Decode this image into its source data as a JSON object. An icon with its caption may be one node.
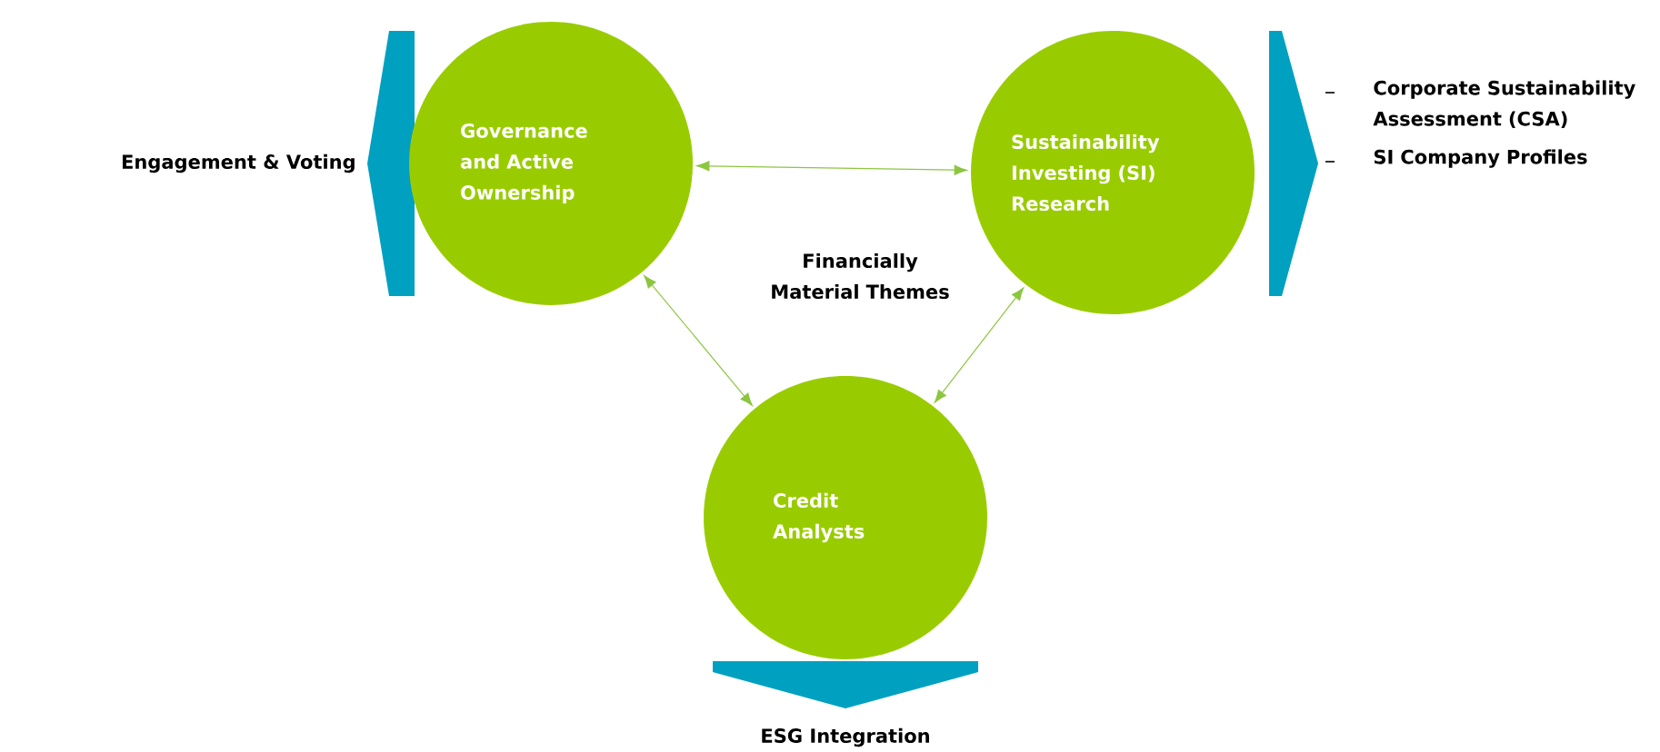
{
  "diagram": {
    "nodes": [
      {
        "text": [
          "Governance and Active Ownership"
        ]
      },
      {
        "text": [
          "Sustainability Investing (SI) Research"
        ]
      },
      {
        "text": [
          "Credit Analysts"
        ]
      }
    ],
    "edges": [
      {
        "from": 0,
        "to": 1,
        "arrow": "both"
      },
      {
        "from": 0,
        "to": 2,
        "arrow": "both"
      },
      {
        "from": 1,
        "to": 2,
        "arrow": "both"
      }
    ],
    "labels": [
      "Engagement & Voting",
      "Financially Material Themes",
      "Corporate Sustainability Assessment (CSA)",
      "SI Company Profiles",
      "ESG Integration"
    ]
  }
}
